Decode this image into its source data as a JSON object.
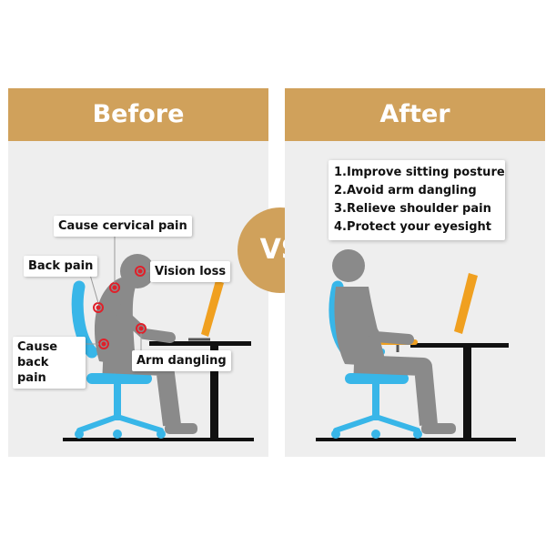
{
  "before": {
    "title": "Before",
    "labels": {
      "cervical": "Cause cervical pain",
      "back": "Back pain",
      "vision": "Vision loss",
      "cause_back": "Cause back pain",
      "arm": "Arm dangling"
    }
  },
  "vs": "VS",
  "after": {
    "title": "After",
    "benefits": [
      "1.Improve sitting posture",
      "2.Avoid arm dangling",
      "3.Relieve shoulder pain",
      "4.Protect your eyesight"
    ]
  },
  "colors": {
    "header": "#d0a15b",
    "chair": "#38b6e8",
    "figure": "#8a8a8a",
    "monitor": "#f0a020",
    "pain_marker": "#e0202a"
  }
}
